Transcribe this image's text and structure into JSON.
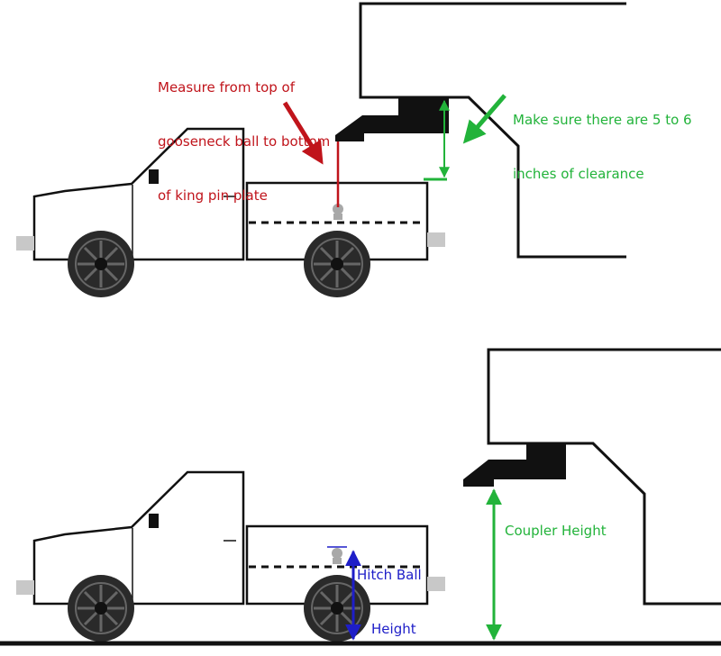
{
  "colors": {
    "red": "#c0141b",
    "green": "#22b33a",
    "blue": "#1e1ec8",
    "black": "#111111",
    "wheel": "#2a2a2a",
    "bumper": "#c8c8c8",
    "ball": "#a8a8a8"
  },
  "top_panel": {
    "measure_note_lines": [
      "Measure from top of",
      "gooseneck ball to bottom",
      "of king pin plate"
    ],
    "clearance_note_lines": [
      "Make sure there are 5 to 6",
      "inches of clearance"
    ]
  },
  "bottom_panel": {
    "hitch_ball_lines": [
      "Hitch Ball",
      "Height"
    ],
    "coupler_height_label": "Coupler Height"
  }
}
